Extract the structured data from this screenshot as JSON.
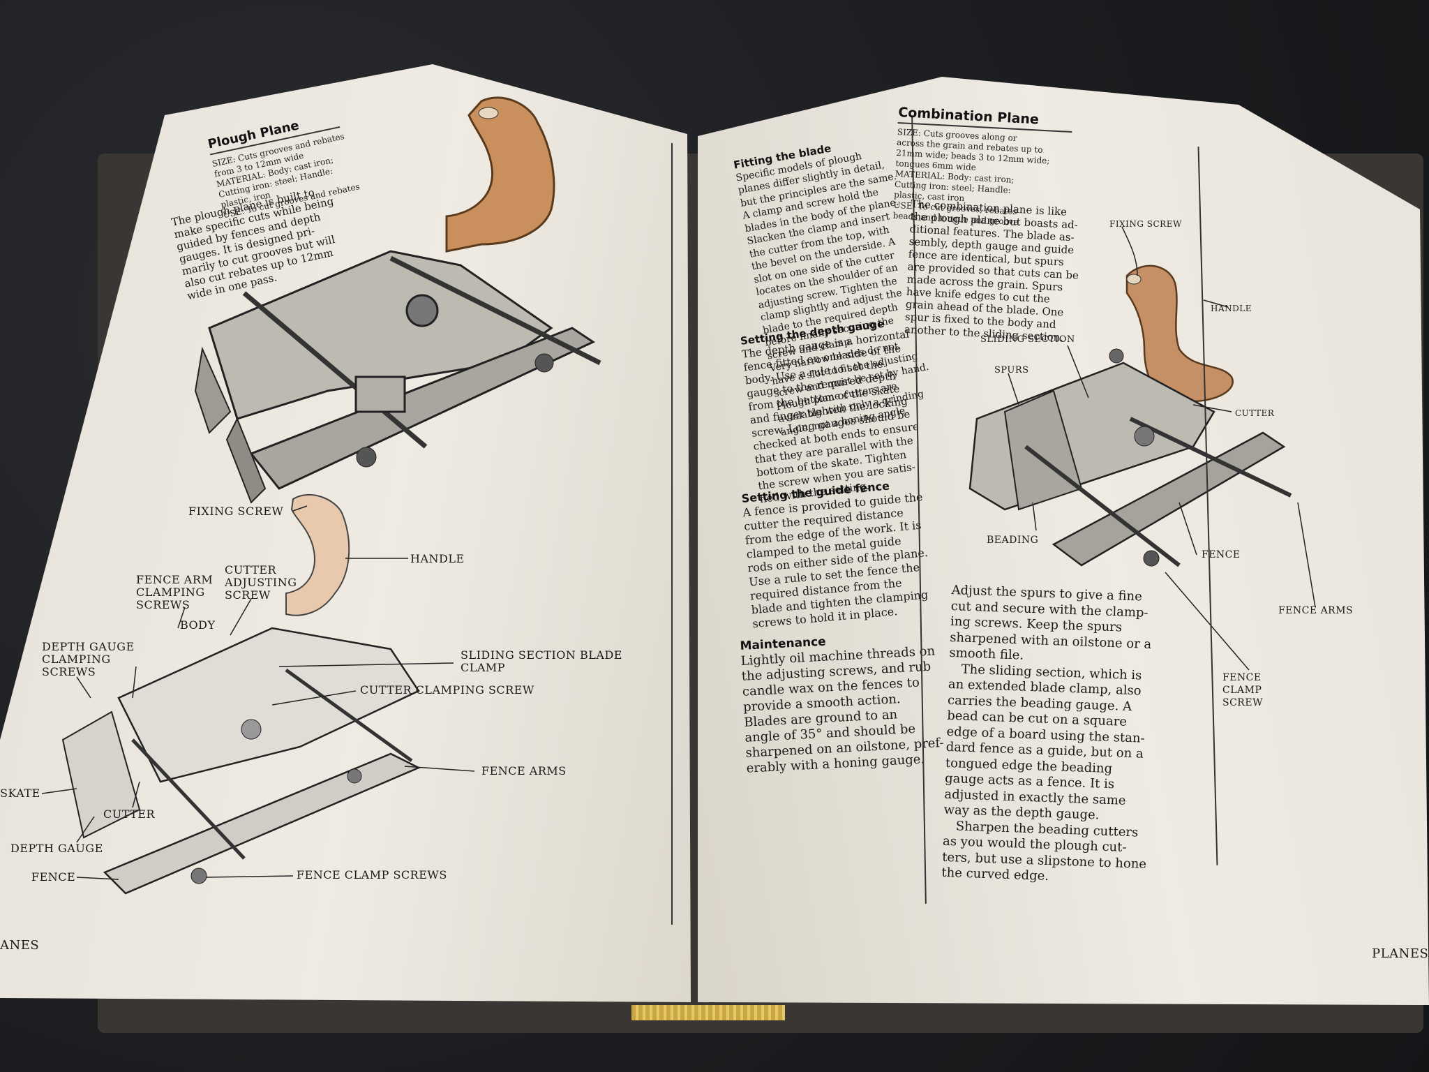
{
  "left": {
    "title": "Plough Plane",
    "spec": [
      "SIZE: Cuts grooves and rebates",
      "from 3 to 12mm wide",
      "MATERIAL: Body: cast iron;",
      "Cutting iron: steel; Handle:",
      "plastic, iron",
      "USE: To cut grooves and rebates"
    ],
    "intro": [
      "The plough plane is built to",
      "make specific cuts while being",
      "guided by fences and depth",
      "gauges. It is designed pri-",
      "marily to cut grooves but will",
      "also cut rebates up to 12mm",
      "wide in one pass."
    ],
    "labels": {
      "fixing_screw": "FIXING SCREW",
      "handle": "HANDLE",
      "fence_arm_clamping_screws": "FENCE ARM\nCLAMPING\nSCREWS",
      "cutter_adjusting_screw": "CUTTER\nADJUSTING\nSCREW",
      "body": "BODY",
      "depth_gauge_clamping_screws": "DEPTH GAUGE\nCLAMPING\nSCREWS",
      "sliding_section_blade_clamp": "SLIDING SECTION BLADE\nCLAMP",
      "cutter_clamping_screw": "CUTTER CLAMPING SCREW",
      "fence_arms": "FENCE ARMS",
      "skate": "SKATE",
      "cutter": "CUTTER",
      "depth_gauge": "DEPTH GAUGE",
      "fence": "FENCE",
      "fence_clamp_screws": "FENCE CLAMP SCREWS"
    },
    "footer": "ANES"
  },
  "middle": {
    "fitting_head": "Fitting the blade",
    "fitting_text": [
      "Specific models of plough",
      "planes differ slightly in detail,",
      "but the principles are the same.",
      "A clamp and screw hold the",
      "blades in the body of the plane.",
      "Slacken the clamp and insert",
      "the cutter from the top, with",
      "the bevel on the underside. A",
      "slot on one side of the cutter",
      "locates on the shoulder of an",
      "adjusting screw. Tighten the",
      "clamp slightly and adjust the",
      "blade to the required depth",
      "before finally securing the",
      "screw and clamp.",
      "Very narrow blades do not",
      "have a slot to fit the adjusting",
      "screw and must be set by hand.",
      "Plough plane cutters are",
      "available with only a grinding",
      "angle, not a honing angle."
    ],
    "depth_head": "Setting the depth gauge",
    "depth_text": [
      "The depth gauge is a horizontal",
      "fence fitted on one side of the",
      "body. Use a rule to set the",
      "gauge to the required depth",
      "from the bottom of the skate",
      "and finger tighten the locking",
      "screw. Long gauges should be",
      "checked at both ends to ensure",
      "that they are parallel with the",
      "bottom of the skate. Tighten",
      "the screw when you are satis-",
      "fied with the setting."
    ],
    "fence_head": "Setting the guide fence",
    "fence_text": [
      "A fence is provided to guide the",
      "cutter the required distance",
      "from the edge of the work. It is",
      "clamped to the metal guide",
      "rods on either side of the plane.",
      "Use a rule to set the fence the",
      "required distance from the",
      "blade and tighten the clamping",
      "screws to hold it in place."
    ],
    "maint_head": "Maintenance",
    "maint_text": [
      "Lightly oil machine threads on",
      "the adjusting screws, and rub",
      "candle wax on the fences to",
      "provide a smooth action.",
      "Blades are ground to an",
      "angle of 35° and should be",
      "sharpened on an oilstone, pref-",
      "erably with a honing gauge."
    ]
  },
  "right": {
    "title": "Combination Plane",
    "spec": [
      "SIZE: Cuts grooves along or",
      "across the grain and rebates up to",
      "21mm wide; beads 3 to 12mm wide;",
      "tongues 6mm wide",
      "MATERIAL: Body: cast iron;",
      "Cutting iron: steel; Handle:",
      "plastic, cast iron",
      "USE: To cut grooves, rebates",
      "beads and tongue and groove"
    ],
    "intro": [
      "The combination plane is like",
      "the plough plane but boasts ad-",
      "ditional features. The blade as-",
      "sembly, depth gauge and guide",
      "fence are identical, but spurs",
      "are provided so that cuts can be",
      "made across the grain. Spurs",
      "have knife edges to cut the",
      "grain ahead of the blade. One",
      "spur is fixed to the body and",
      "another to the sliding section."
    ],
    "labels": {
      "fixing_screw": "FIXING SCREW",
      "handle": "HANDLE",
      "sliding_section": "SLIDING SECTION",
      "spurs": "SPURS",
      "cutter": "CUTTER",
      "beading": "BEADING",
      "fence": "FENCE",
      "fence_arms": "FENCE ARMS",
      "fence_clamp_screw": "FENCE\nCLAMP\nSCREW"
    },
    "lower_text": [
      "Adjust the spurs to give a fine",
      "cut and secure with the clamp-",
      "ing screws. Keep the spurs",
      "sharpened with an oilstone or a",
      "smooth file.",
      "The sliding section, which is",
      "an extended blade clamp, also",
      "carries the beading gauge. A",
      "bead can be cut on a square",
      "edge of a board using the stan-",
      "dard fence as a guide, but on a",
      "tongued edge the beading",
      "gauge acts as a fence. It is",
      "adjusted in exactly the same",
      "way as the depth gauge.",
      "Sharpen the beading cutters",
      "as you would the plough cut-",
      "ters, but use a slipstone to hone",
      "the curved edge."
    ],
    "footer": "PLANES"
  }
}
